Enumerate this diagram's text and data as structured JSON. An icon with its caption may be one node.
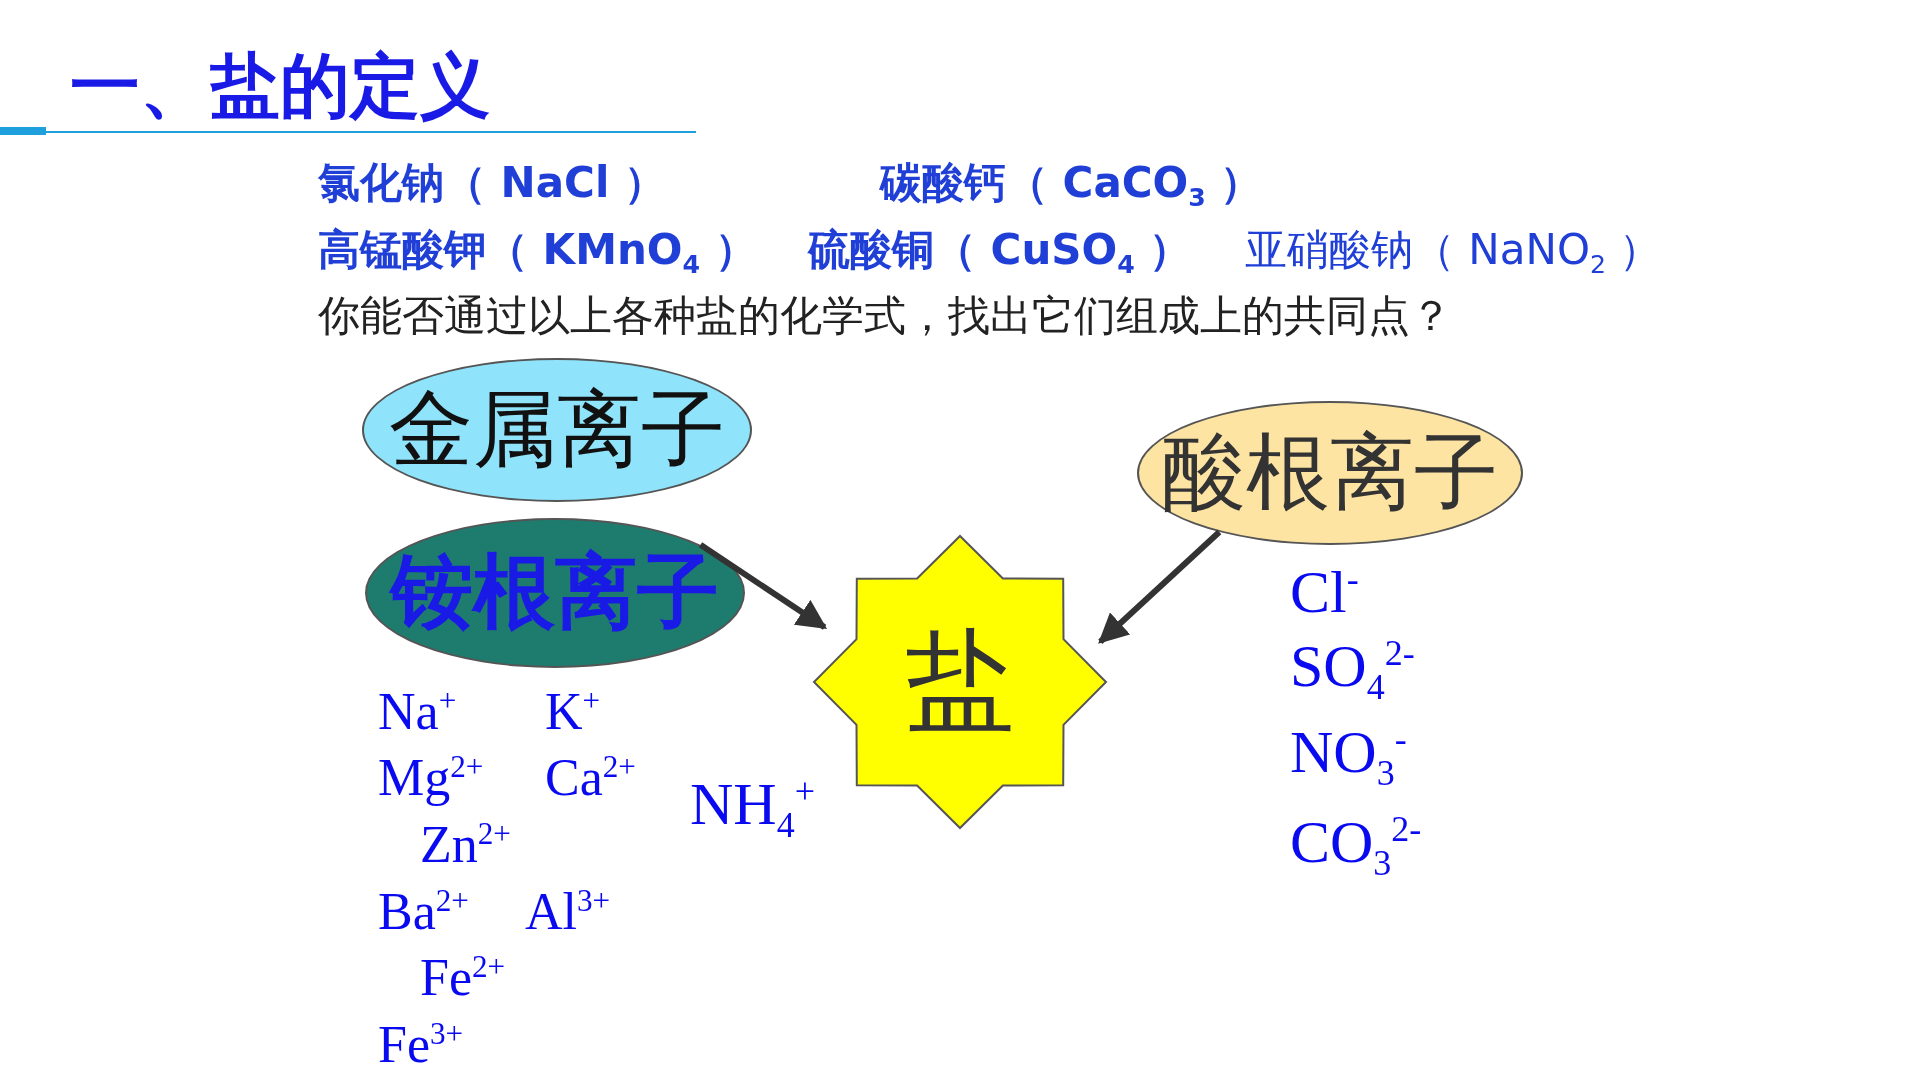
{
  "diagram": {
    "title": "一、盐的定义",
    "nodes": [
      {
        "text": [
          "金属离子"
        ]
      },
      {
        "text": [
          "铵根离子"
        ]
      },
      {
        "text": [
          "酸根离子"
        ]
      },
      {
        "text": [
          "盐"
        ]
      }
    ],
    "edges": [
      {
        "from": 1,
        "to": 3,
        "arrow": "to"
      },
      {
        "from": 2,
        "to": 3,
        "arrow": "to"
      }
    ],
    "labels": [
      "氯化钠（ NaCl ）",
      "碳酸钙（ CaCO$_{3}$ ）",
      "高锰酸钾（ KMnO$_{4}$ ）",
      "硫酸铜（  CuSO$_{4}$ ）",
      "亚硝酸钠（ NaNO$_{2}$ ）",
      "你能否通过以上各种盐的化学式，找出它们组成上的共同点？",
      "Cl$^{-}$",
      "SO$_{4}$$^{2-}$",
      "Na$^{+}$",
      "K$^{+}$",
      "NO$_{3}$$^{-}$",
      "Mg$^{2+}$",
      "Ca$^{2+}$",
      "NH$_{4}$$^{+}$",
      "Zn$^{2+}$",
      "CO$_{3}$$^{2-}$",
      "Ba$^{2+}$",
      "Al$^{3+}$",
      "Fe$^{2+}$",
      "Fe$^{3+}$"
    ]
  }
}
